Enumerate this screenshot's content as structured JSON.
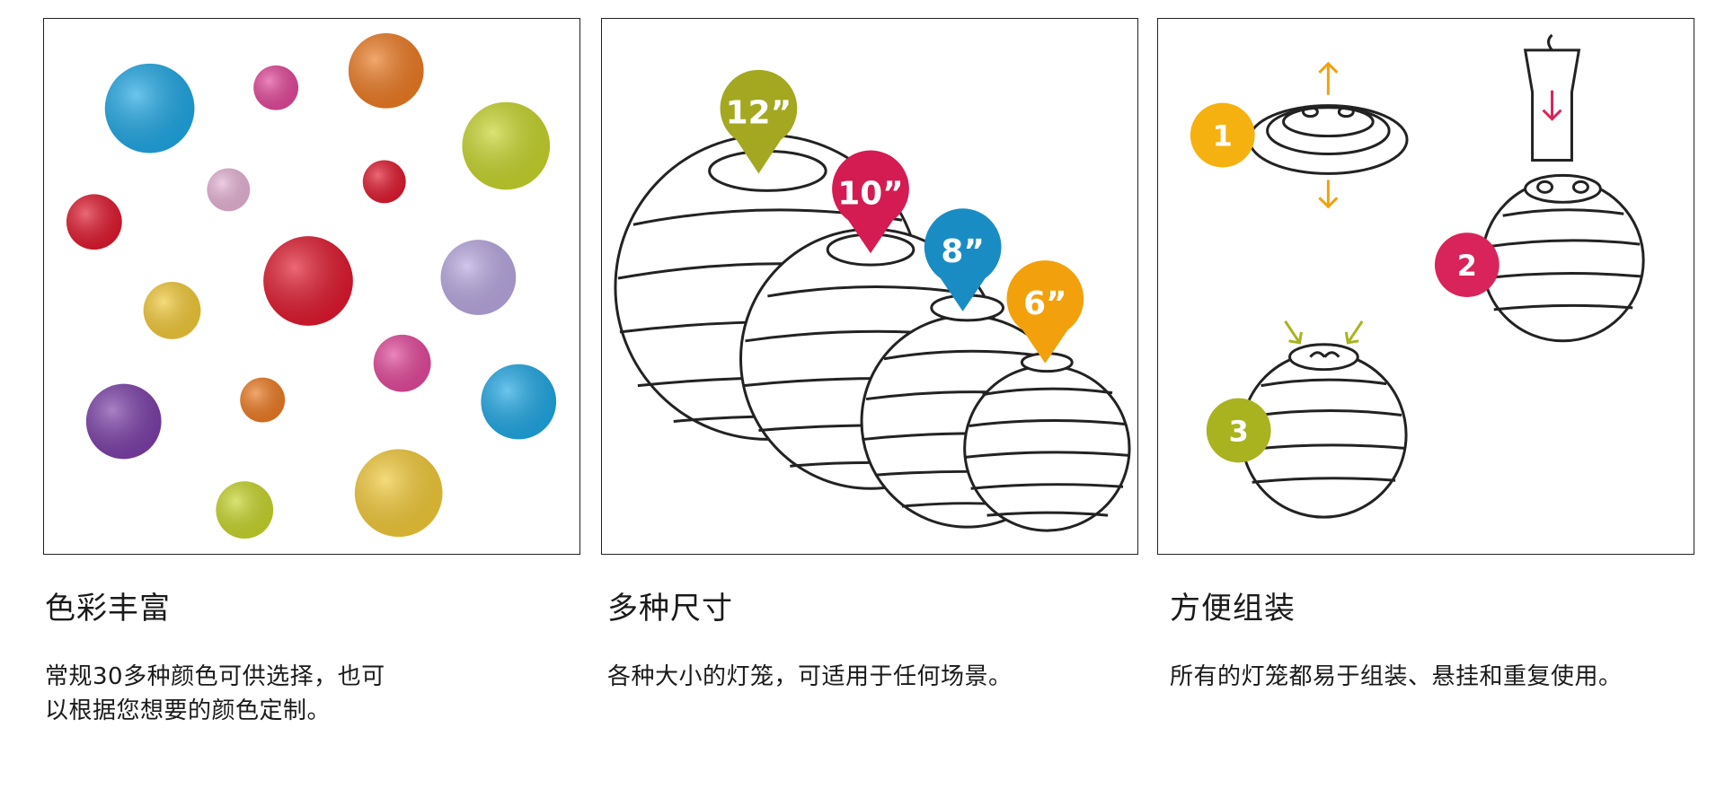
{
  "features": [
    {
      "title": "色彩丰富",
      "description_lines": [
        "常规30多种颜色可供选择，也可",
        "以根据您想要的颜色定制。"
      ]
    },
    {
      "title": "多种尺寸",
      "description_lines": [
        "各种大小的灯笼，可适用于任何场景。"
      ]
    },
    {
      "title": "方便组装",
      "description_lines": [
        "所有的灯笼都易于组装、悬挂和重复使用。"
      ]
    }
  ],
  "sizes": [
    {
      "label": "12”",
      "color": "#a3a820"
    },
    {
      "label": "10”",
      "color": "#d41b52"
    },
    {
      "label": "8”",
      "color": "#1a8cc4"
    },
    {
      "label": "6”",
      "color": "#f2a10c"
    }
  ],
  "steps": [
    {
      "label": "1",
      "color": "#f5b10f"
    },
    {
      "label": "2",
      "color": "#d8245a"
    },
    {
      "label": "3",
      "color": "#a8b31f"
    }
  ],
  "lantern_colors": [
    "#1ea7e4",
    "#e2479a",
    "#ec7a22",
    "#c7d52a",
    "#e7b3d6",
    "#e0182d",
    "#f2c937",
    "#b8a7e0",
    "#7b3fa8"
  ]
}
